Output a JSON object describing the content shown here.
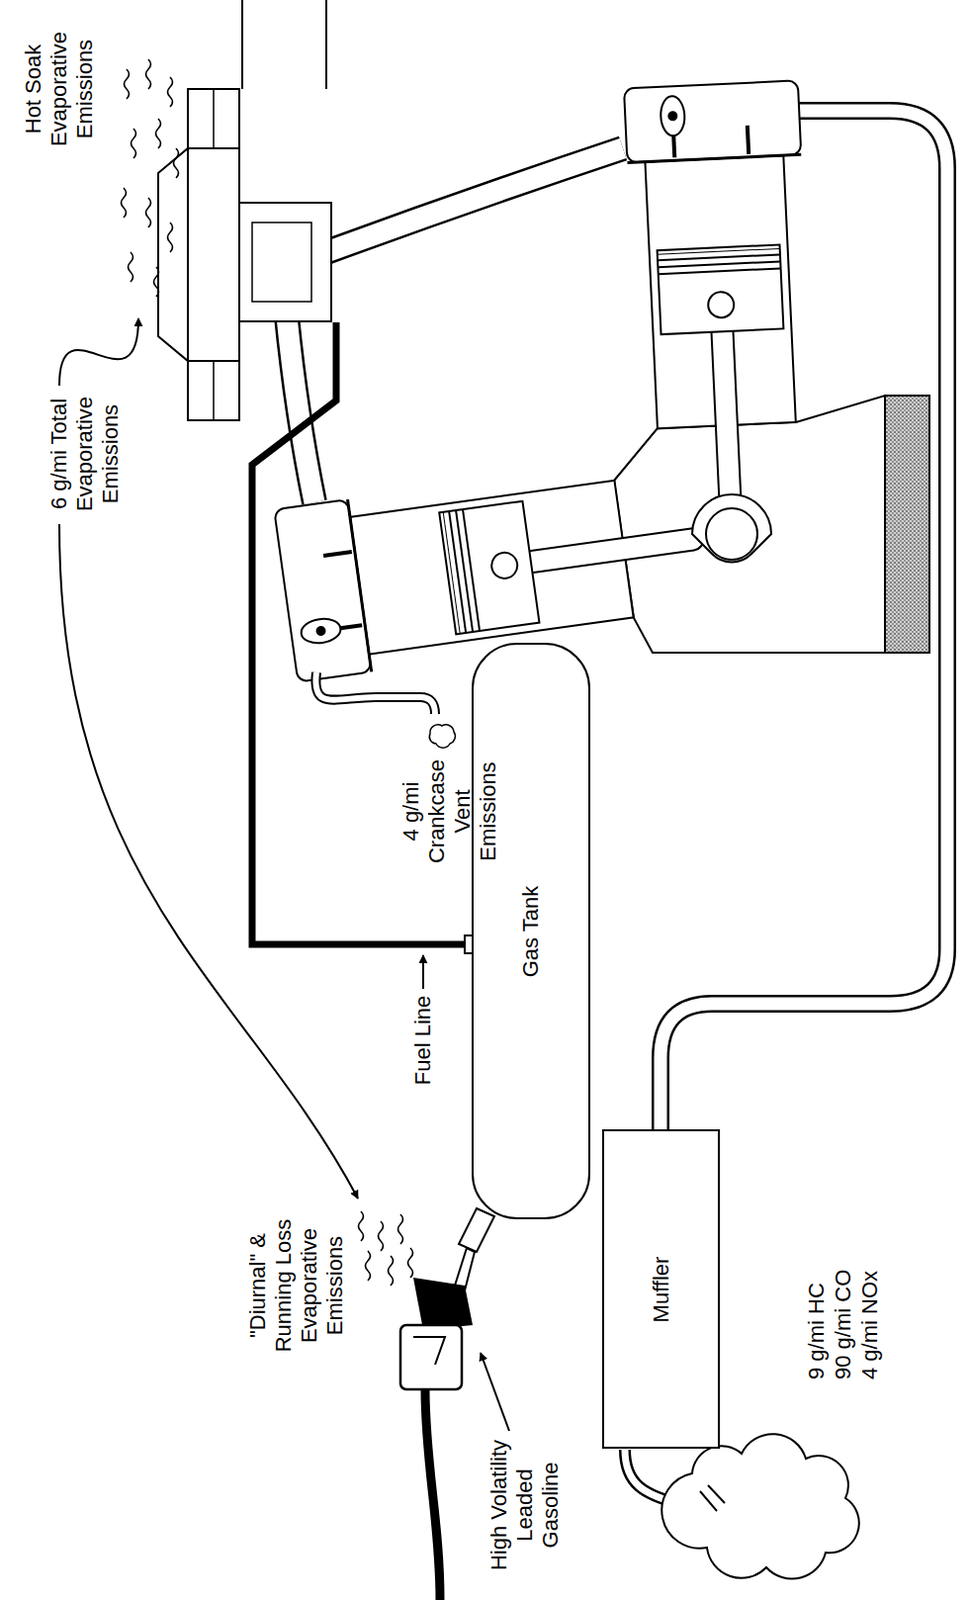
{
  "diagram": {
    "nodes": [
      {
        "text": [
          "Gas Tank"
        ]
      },
      {
        "text": [
          "Muffler"
        ]
      }
    ],
    "labels": [
      "6 g/mi Total Evaporative Emissions",
      "Hot Soak Evaporative Emissions",
      "\"Diurnal\" & Running Loss Evaporative Emissions",
      "4 g/mi Crankcase Vent Emissions",
      "Fuel Line",
      "High Volatility Leaded Gasoline",
      "9 g/mi HC",
      "90 g/mi CO",
      "4 g/mi NOx"
    ]
  }
}
